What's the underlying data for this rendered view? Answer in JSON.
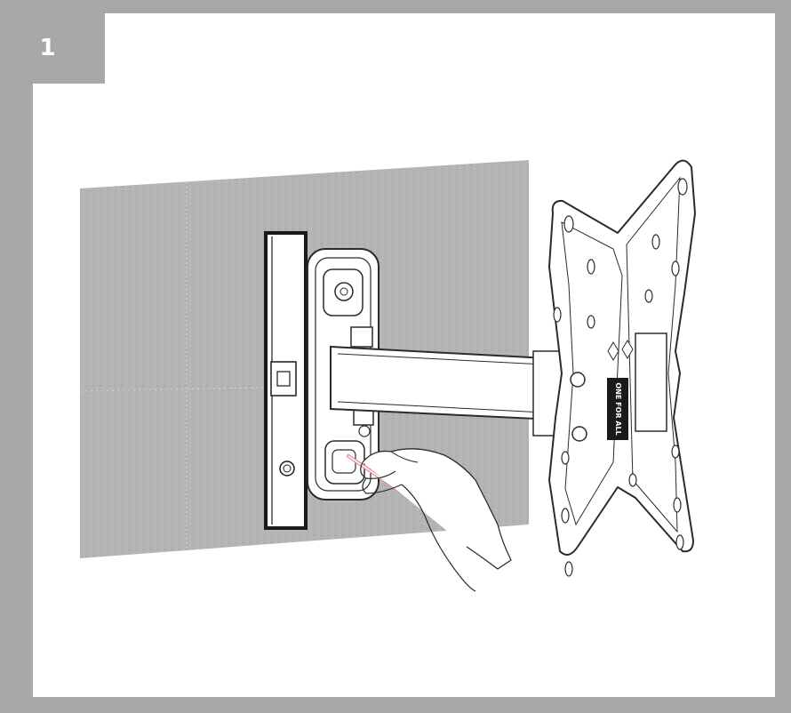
{
  "step": {
    "number": "1"
  },
  "logo": {
    "brand_text": "ONE FOR ALL"
  },
  "colors": {
    "frame": "#a7a8aa",
    "panel": "#ffffff",
    "wall": "#b5b6b8",
    "line": "#2b2b2b",
    "pencil": "#e58a92"
  },
  "illustration": {
    "items": [
      {
        "name": "wall",
        "icon": "textured-wall-block"
      },
      {
        "name": "spirit-level",
        "icon": "spirit-level-icon"
      },
      {
        "name": "wall-plate",
        "icon": "wall-mount-plate-icon"
      },
      {
        "name": "swing-arm",
        "icon": "swing-arm-icon"
      },
      {
        "name": "vesa-bracket",
        "icon": "vesa-bracket-icon"
      },
      {
        "name": "hand-with-pencil",
        "icon": "hand-marking-icon"
      }
    ]
  }
}
